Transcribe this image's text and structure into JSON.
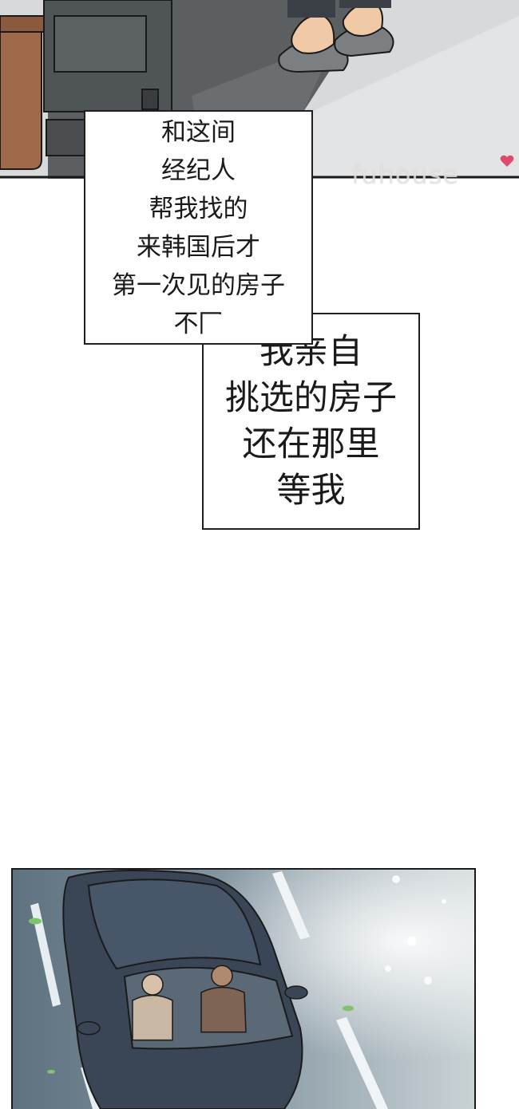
{
  "bubbles": {
    "first": {
      "lines": [
        "和这间",
        "经纪人",
        "帮我找的",
        "来韩国后才",
        "第一次见的房子",
        "不同"
      ]
    },
    "second": {
      "lines": [
        "我亲自",
        "挑选的房子",
        "还在那里",
        "等我"
      ]
    }
  },
  "watermark": {
    "text": "fuhouse",
    "icon": "heart-icon",
    "color": "#e04a6a"
  },
  "panels": {
    "top": {
      "icon": "room-floor-scene"
    },
    "bottom": {
      "icon": "car-from-above-scene"
    }
  },
  "colors": {
    "panel_border": "#1a1a1a",
    "sofa": "#a06a4a",
    "road": "#8a9aa4",
    "car": "#3a4656"
  }
}
